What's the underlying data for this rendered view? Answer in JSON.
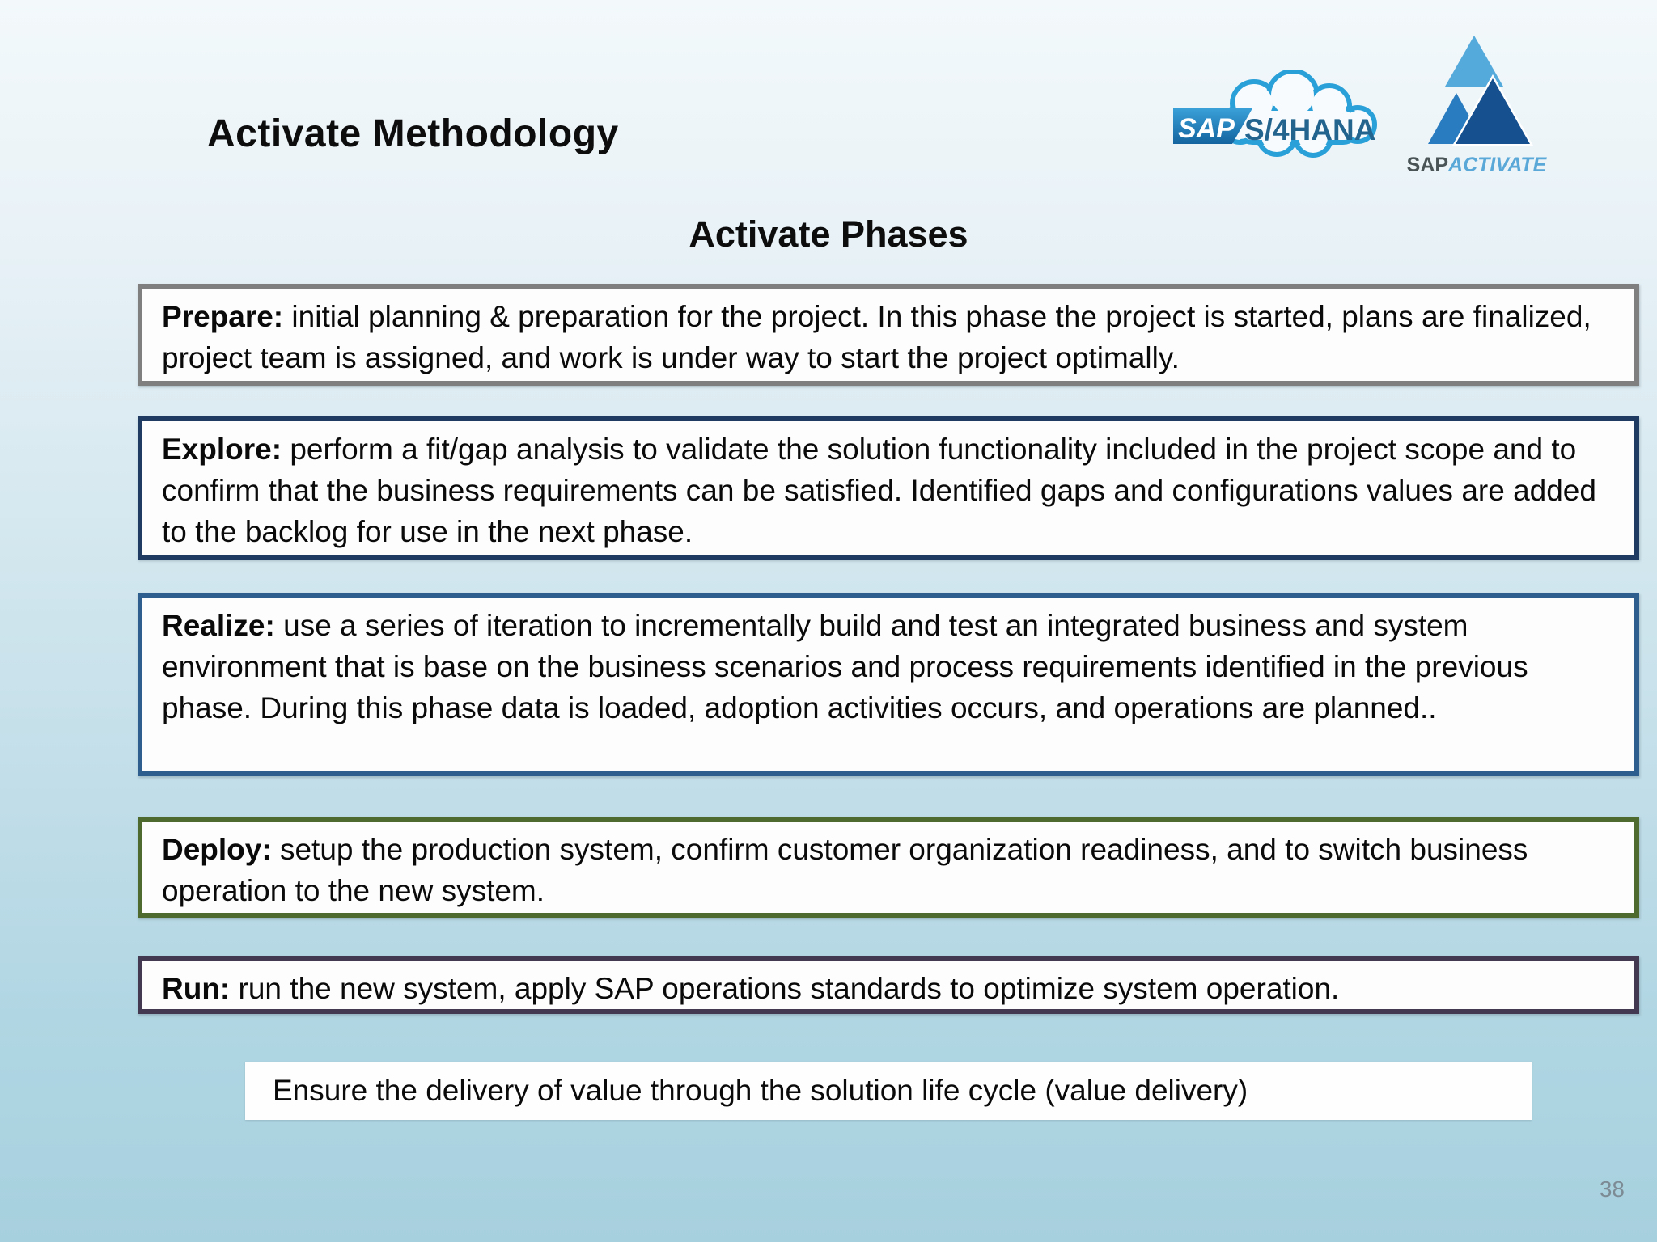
{
  "page": {
    "title": "Activate Methodology",
    "subtitle": "Activate Phases",
    "page_number": "38"
  },
  "logos": {
    "s4hana": {
      "sap_label": "SAP",
      "product_label": "S/4HANA",
      "cloud_color": "#2aa0d8",
      "sap_box_color_top": "#3aa0d8",
      "sap_box_color_bottom": "#14649f",
      "product_text_color": "#23648f"
    },
    "activate": {
      "sap_label": "SAP",
      "name_label": "ACTIVATE",
      "triangle_top_color": "#55aadc",
      "triangle_left_color": "#2a7cc0",
      "triangle_right_color": "#16508f",
      "sap_text_color": "#4a5356",
      "name_text_color": "#5aa8d7"
    }
  },
  "phases": [
    {
      "name": "Prepare:",
      "description": " initial planning & preparation for the project. In this phase the project is started, plans are finalized, project team is assigned, and work is under way to start the project optimally.",
      "border_color": "#7f7f7f"
    },
    {
      "name": "Explore:",
      "description": " perform a fit/gap analysis to validate the solution functionality included in the project scope and to confirm that the business requirements can be satisfied. Identified gaps and configurations values are added to the backlog for use in the next phase.",
      "border_color": "#1f3b62"
    },
    {
      "name": "Realize:",
      "description": " use a series of iteration to incrementally build and test an integrated business and system environment that is base on the business scenarios and process requirements identified in the previous phase. During this phase data is loaded, adoption activities occurs, and operations are planned..",
      "border_color": "#2e5e8e"
    },
    {
      "name": "Deploy:",
      "description": " setup the production system, confirm customer organization readiness, and to switch business operation to the new system.",
      "border_color": "#4e6a2f"
    },
    {
      "name": "Run:",
      "description": " run the new system, apply SAP operations standards to optimize system operation.",
      "border_color": "#433a52"
    }
  ],
  "footer": {
    "note": "Ensure the delivery of value through the solution life cycle (value delivery)"
  }
}
